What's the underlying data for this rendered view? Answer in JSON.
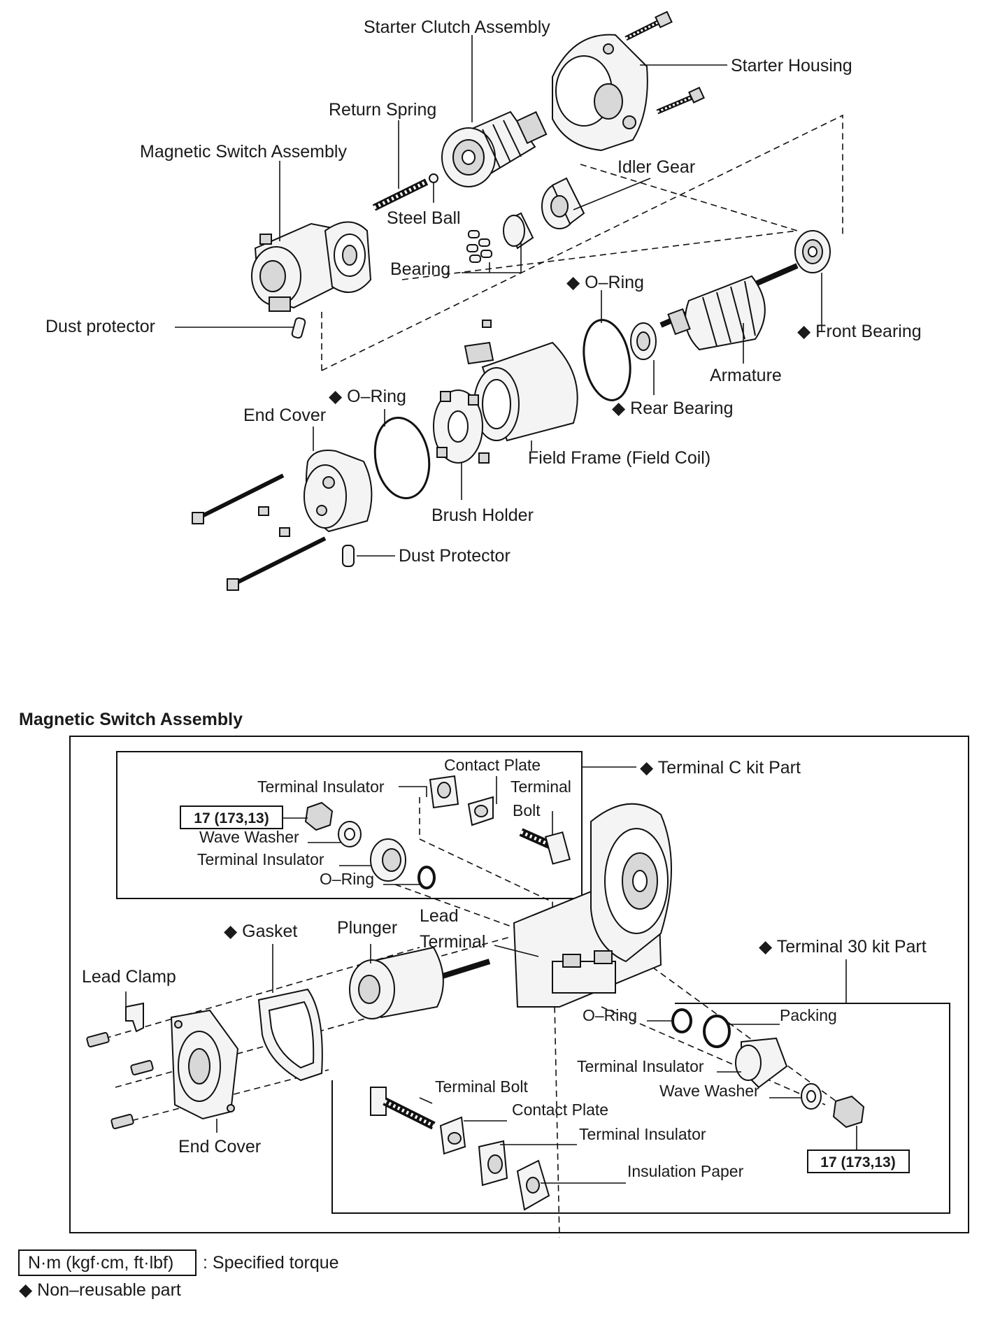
{
  "exploded_view": {
    "labels": {
      "starter_clutch_assembly": "Starter Clutch Assembly",
      "starter_housing": "Starter Housing",
      "return_spring": "Return Spring",
      "magnetic_switch_assembly": "Magnetic Switch Assembly",
      "idler_gear": "Idler Gear",
      "steel_ball": "Steel Ball",
      "bearing": "Bearing",
      "o_ring_upper": "◆ O–Ring",
      "dust_protector_upper": "Dust protector",
      "front_bearing": "◆ Front Bearing",
      "armature": "Armature",
      "o_ring_lower": "◆ O–Ring",
      "end_cover": "End Cover",
      "rear_bearing": "◆ Rear Bearing",
      "field_frame": "Field Frame (Field Coil)",
      "brush_holder": "Brush Holder",
      "dust_protector_lower": "Dust Protector"
    }
  },
  "magnetic_switch_detail": {
    "title": "Magnetic Switch Assembly",
    "terminal_c_kit": {
      "label": "◆ Terminal C kit Part",
      "contact_plate": "Contact Plate",
      "terminal_insulator_top": "Terminal Insulator",
      "terminal_line1": "Terminal",
      "bolt_line2": "Bolt",
      "torque": "17 (173,13)",
      "wave_washer": "Wave Washer",
      "terminal_insulator": "Terminal Insulator",
      "o_ring": "O–Ring"
    },
    "lead_line1": "Lead",
    "lead_line2": "Terminal",
    "gasket": "◆ Gasket",
    "plunger": "Plunger",
    "lead_clamp": "Lead Clamp",
    "end_cover": "End Cover",
    "terminal_30_kit": {
      "label": "◆ Terminal 30 kit Part",
      "o_ring": "O–Ring",
      "packing": "Packing",
      "terminal_insulator_upper": "Terminal Insulator",
      "wave_washer": "Wave Washer",
      "terminal_bolt": "Terminal Bolt",
      "contact_plate": "Contact Plate",
      "terminal_insulator_lower": "Terminal Insulator",
      "insulation_paper": "Insulation Paper",
      "torque": "17 (173,13)"
    }
  },
  "legend": {
    "torque_unit": "N·m (kgf·cm, ft·lbf)",
    "torque_desc": ": Specified torque",
    "non_reusable": "◆ Non–reusable part"
  }
}
